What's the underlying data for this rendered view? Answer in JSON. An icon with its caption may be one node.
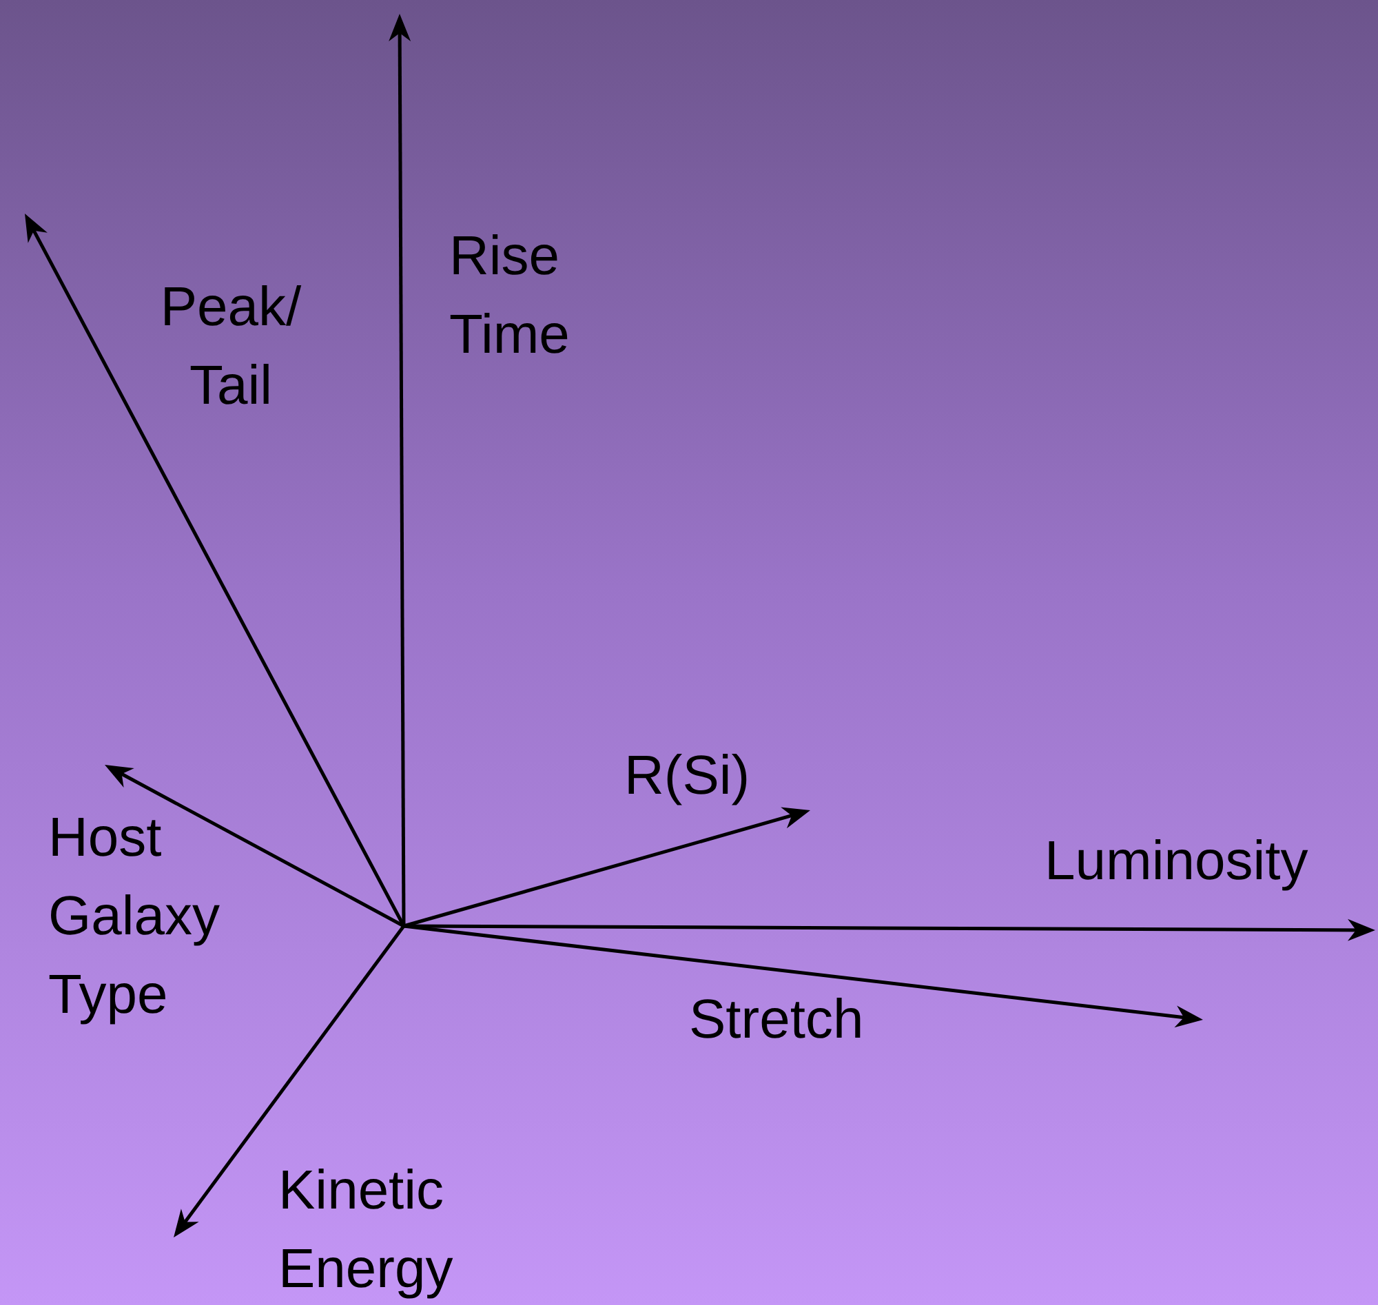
{
  "diagram": {
    "labels": [
      "Rise Time",
      "Peak/ Tail",
      "R(Si)",
      "Luminosity",
      "Host Galaxy Type",
      "Stretch",
      "Kinetic Energy"
    ]
  }
}
